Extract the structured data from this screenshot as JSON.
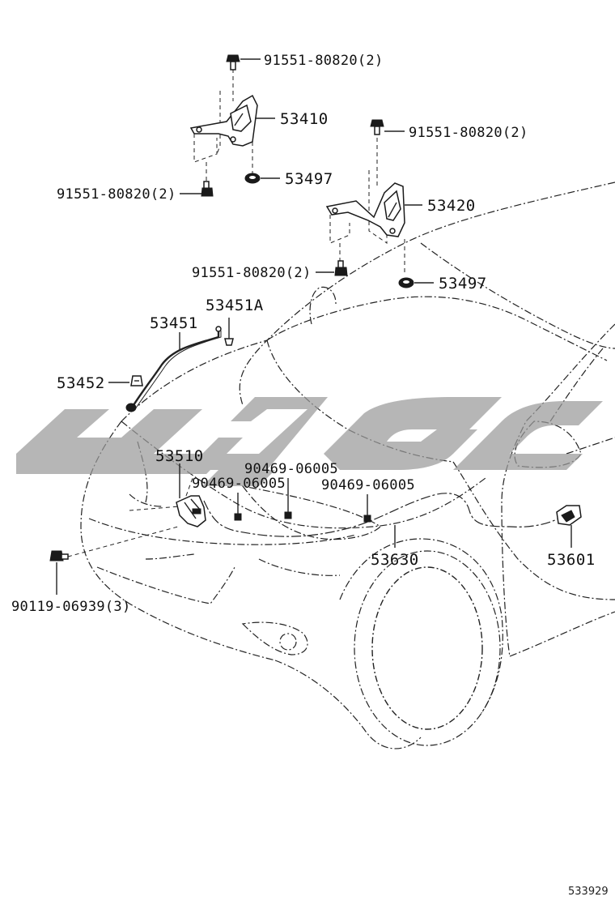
{
  "diagram": {
    "labels": {
      "bolt_hinge_left_top": "91551-80820(2)",
      "hinge_left": "53410",
      "washer_left": "53497",
      "bolt_hinge_left_bottom": "91551-80820(2)",
      "bolt_hinge_right_top": "91551-80820(2)",
      "hinge_right": "53420",
      "bolt_hinge_right_bottom": "91551-80820(2)",
      "washer_right": "53497",
      "support_rod_clamp": "53451A",
      "support_rod": "53451",
      "support_rod_holder": "53452",
      "hood_lock": "53510",
      "clip_center": "90469-06005",
      "clip_left": "90469-06005",
      "clip_right": "90469-06005",
      "release_cable": "53630",
      "release_lever": "53601",
      "lock_bolt": "90119-06939(3)"
    },
    "reference_id": "533929",
    "watermark": "watermark-logo"
  }
}
